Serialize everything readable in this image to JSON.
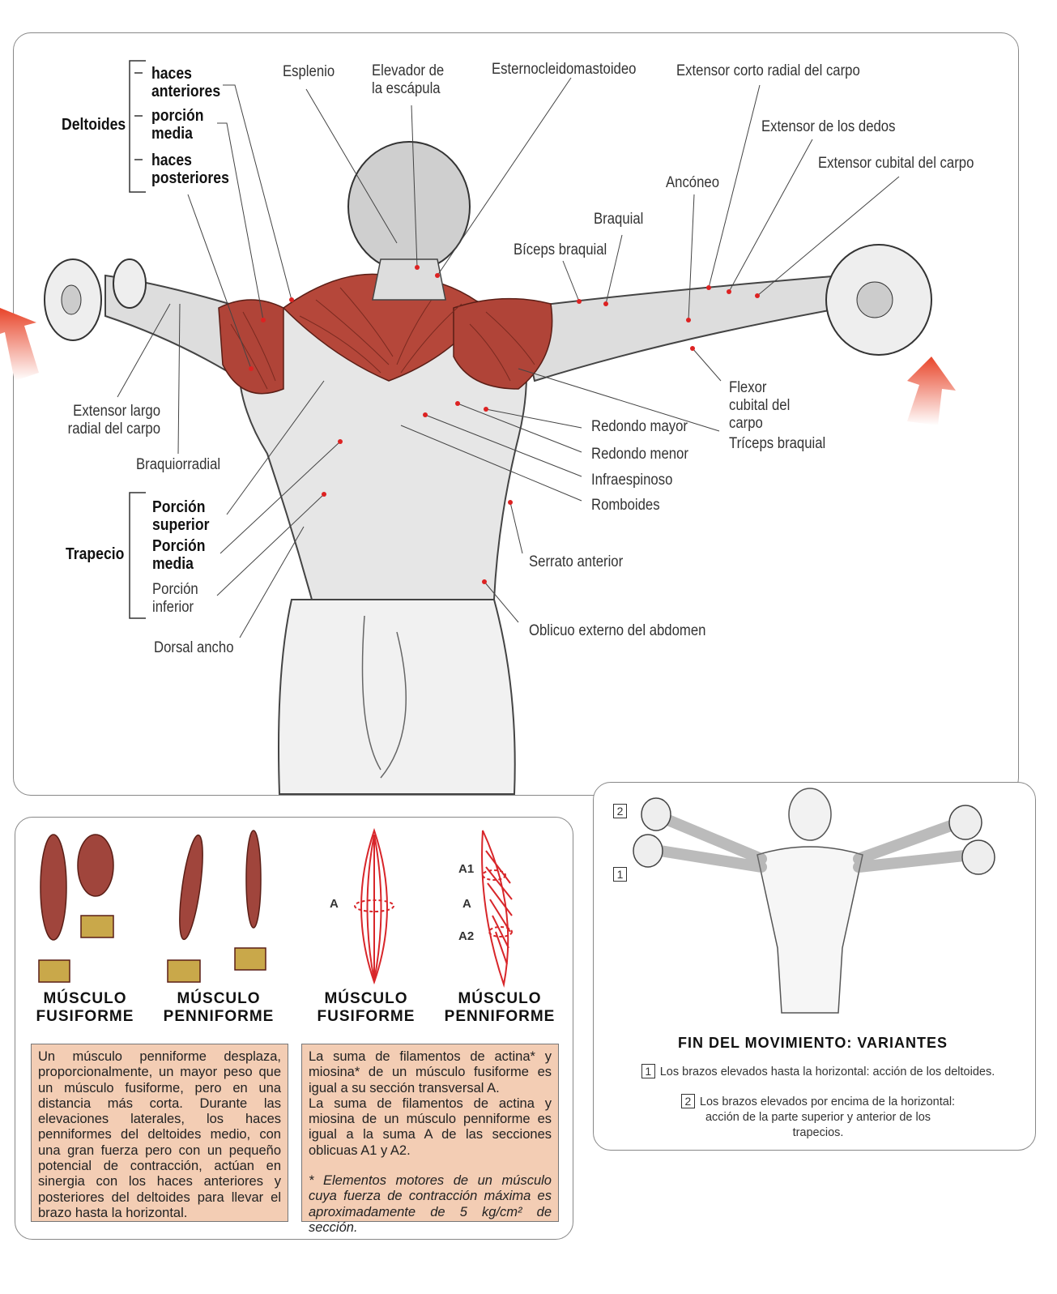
{
  "main_figure": {
    "deltoides": {
      "group": "Deltoides",
      "items": [
        "haces anteriores",
        "porción media",
        "haces posteriores"
      ]
    },
    "trapecio": {
      "group": "Trapecio",
      "items": [
        "Porción superior",
        "Porción media",
        "Porción inferior"
      ]
    },
    "labels": {
      "esplenio": "Esplenio",
      "elevador": "Elevador de la escápula",
      "esterno": "Esternocleidomastoideo",
      "ext_corto": "Extensor corto radial del carpo",
      "ext_dedos": "Extensor de los dedos",
      "ext_cubital": "Extensor cubital del carpo",
      "anconeo": "Ancóneo",
      "braquial": "Braquial",
      "biceps": "Bíceps braquial",
      "flexor_cubital": "Flexor cubital del carpo",
      "triceps": "Tríceps braquial",
      "redondo_mayor": "Redondo mayor",
      "redondo_menor": "Redondo menor",
      "infraespinoso": "Infraespinoso",
      "romboides": "Romboides",
      "serrato": "Serrato anterior",
      "oblicuo": "Oblicuo externo del abdomen",
      "ext_largo": "Extensor largo radial del carpo",
      "braquiorradial": "Braquiorradial",
      "dorsal": "Dorsal ancho"
    },
    "colors": {
      "muscle": "#b5473a",
      "arrow": "#e8452a"
    }
  },
  "muscle_types": {
    "captions": [
      [
        "MÚSCULO",
        "FUSIFORME"
      ],
      [
        "MÚSCULO",
        "PENNIFORME"
      ],
      [
        "MÚSCULO",
        "FUSIFORME"
      ],
      [
        "MÚSCULO",
        "PENNIFORME"
      ]
    ],
    "section_labels": {
      "a": "A",
      "a1": "A1",
      "a_mid": "A",
      "a2": "A2"
    },
    "box_left": "Un músculo penniforme desplaza, proporcionalmente, un mayor peso que un músculo fusiforme, pero en una distancia más corta. Durante las elevaciones laterales, los haces penniformes del deltoides medio, con una gran fuerza pero con un pequeño potencial de contracción, actúan en sinergia con los haces anteriores y posteriores del deltoides para llevar el brazo hasta la horizontal.",
    "box_right_p1": "La suma de filamentos de actina* y miosina* de un músculo fusiforme es igual a su sección transversal A.",
    "box_right_p2": "La suma de filamentos de actina y miosina de un músculo penniforme es igual a la suma A de las secciones oblicuas A1 y A2.",
    "box_right_note": "* Elementos motores de un músculo cuya fuerza de contracción máxima es aproximadamente de 5 kg/cm² de sección."
  },
  "variants": {
    "title": "FIN DEL MOVIMIENTO: VARIANTES",
    "markers": [
      "2",
      "1"
    ],
    "items": [
      {
        "num": "1",
        "text": "Los brazos elevados hasta la horizontal: acción de los deltoides."
      },
      {
        "num": "2",
        "text": "Los brazos elevados por encima de la horizontal: acción de la parte superior y anterior de los trapecios."
      }
    ]
  }
}
